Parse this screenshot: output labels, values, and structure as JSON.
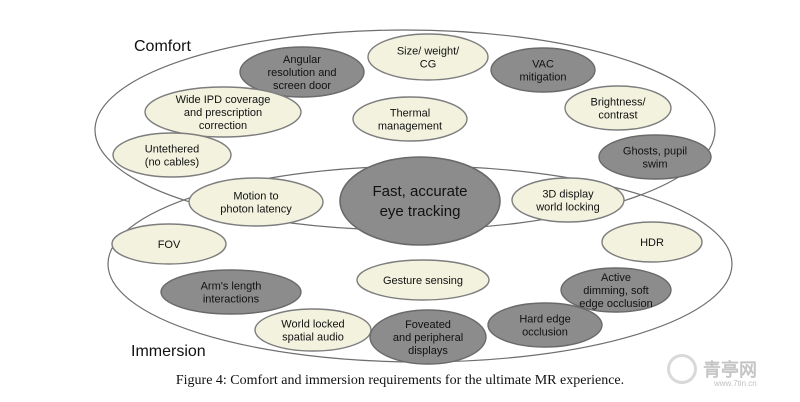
{
  "groups": {
    "comfort": "Comfort",
    "immersion": "Immersion"
  },
  "core": {
    "line1": "Fast, accurate",
    "line2": "eye tracking"
  },
  "nodes": [
    {
      "id": "angular-resolution",
      "lines": [
        "Angular",
        "resolution and",
        "screen door"
      ],
      "style": "dark"
    },
    {
      "id": "size-weight",
      "lines": [
        "Size/ weight/",
        "CG"
      ],
      "style": "light"
    },
    {
      "id": "vac",
      "lines": [
        "VAC",
        "mitigation"
      ],
      "style": "dark"
    },
    {
      "id": "wide-ipd",
      "lines": [
        "Wide IPD coverage",
        "and prescription",
        "correction"
      ],
      "style": "light"
    },
    {
      "id": "thermal",
      "lines": [
        "Thermal",
        "management"
      ],
      "style": "light"
    },
    {
      "id": "brightness",
      "lines": [
        "Brightness/",
        "contrast"
      ],
      "style": "light"
    },
    {
      "id": "untethered",
      "lines": [
        "Untethered",
        "(no cables)"
      ],
      "style": "light"
    },
    {
      "id": "ghosts",
      "lines": [
        "Ghosts, pupil",
        "swim"
      ],
      "style": "dark"
    },
    {
      "id": "motion-photon",
      "lines": [
        "Motion to",
        "photon latency"
      ],
      "style": "light"
    },
    {
      "id": "display-locking",
      "lines": [
        "3D display",
        "world locking"
      ],
      "style": "light"
    },
    {
      "id": "fov",
      "lines": [
        "FOV"
      ],
      "style": "light"
    },
    {
      "id": "hdr",
      "lines": [
        "HDR"
      ],
      "style": "light"
    },
    {
      "id": "arms-length",
      "lines": [
        "Arm's length",
        "interactions"
      ],
      "style": "dark"
    },
    {
      "id": "gesture",
      "lines": [
        "Gesture sensing"
      ],
      "style": "light"
    },
    {
      "id": "active-dimming",
      "lines": [
        "Active",
        "dimming, soft",
        "edge occlusion"
      ],
      "style": "dark"
    },
    {
      "id": "spatial-audio",
      "lines": [
        "World locked",
        "spatial audio"
      ],
      "style": "light"
    },
    {
      "id": "foveated",
      "lines": [
        "Foveated",
        "and peripheral",
        "displays"
      ],
      "style": "dark"
    },
    {
      "id": "hard-edge",
      "lines": [
        "Hard edge",
        "occlusion"
      ],
      "style": "dark"
    }
  ],
  "caption": "Figure 4: Comfort and immersion requirements for the ultimate MR experience.",
  "watermark": {
    "brand": "青亭网",
    "url": "www.7tin.cn"
  }
}
